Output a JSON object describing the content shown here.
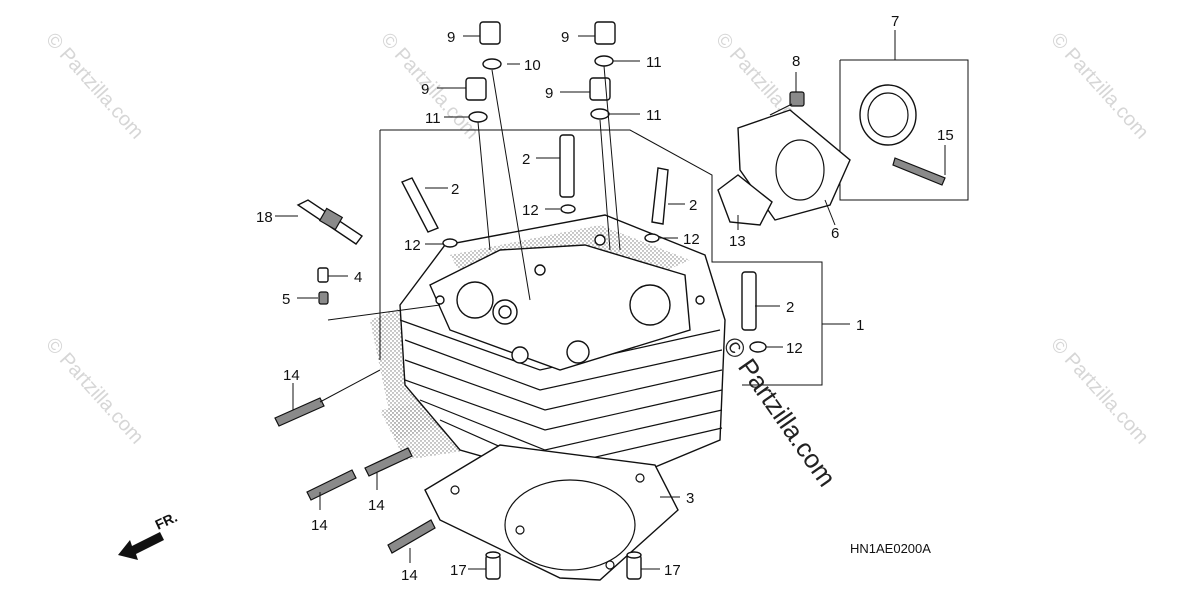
{
  "callouts": {
    "c1": "1",
    "c2a": "2",
    "c2b": "2",
    "c2c": "2",
    "c2d": "2",
    "c3": "3",
    "c4": "4",
    "c5": "5",
    "c6": "6",
    "c7": "7",
    "c8": "8",
    "c9a": "9",
    "c9b": "9",
    "c9c": "9",
    "c9d": "9",
    "c10": "10",
    "c11a": "11",
    "c11b": "11",
    "c11c": "11",
    "c12a": "12",
    "c12b": "12",
    "c12c": "12",
    "c12d": "12",
    "c13": "13",
    "c14a": "14",
    "c14b": "14",
    "c14c": "14",
    "c14d": "14",
    "c15": "15",
    "c17a": "17",
    "c17b": "17",
    "c18": "18"
  },
  "diagram_code": "HN1AE0200A",
  "front_label": "FR.",
  "watermark": "© Partzilla.com",
  "icons": [
    "front-direction-arrow-icon"
  ]
}
